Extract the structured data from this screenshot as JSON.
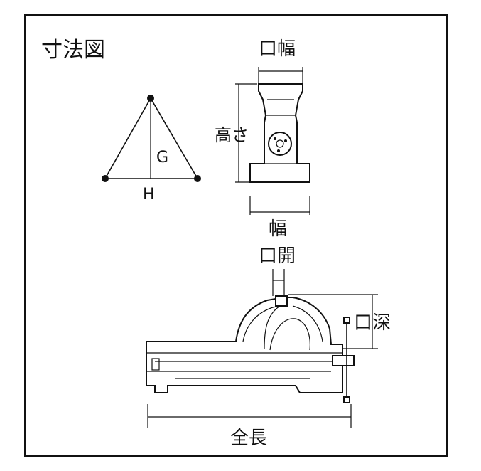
{
  "title": "寸法図",
  "triangle": {
    "label_g": "G",
    "label_h": "H"
  },
  "front_view": {
    "jaw_width_label": "口幅",
    "height_label": "高さ",
    "width_label": "幅"
  },
  "side_view": {
    "jaw_opening_label": "口開",
    "jaw_depth_label": "口深",
    "overall_length_label": "全長"
  }
}
